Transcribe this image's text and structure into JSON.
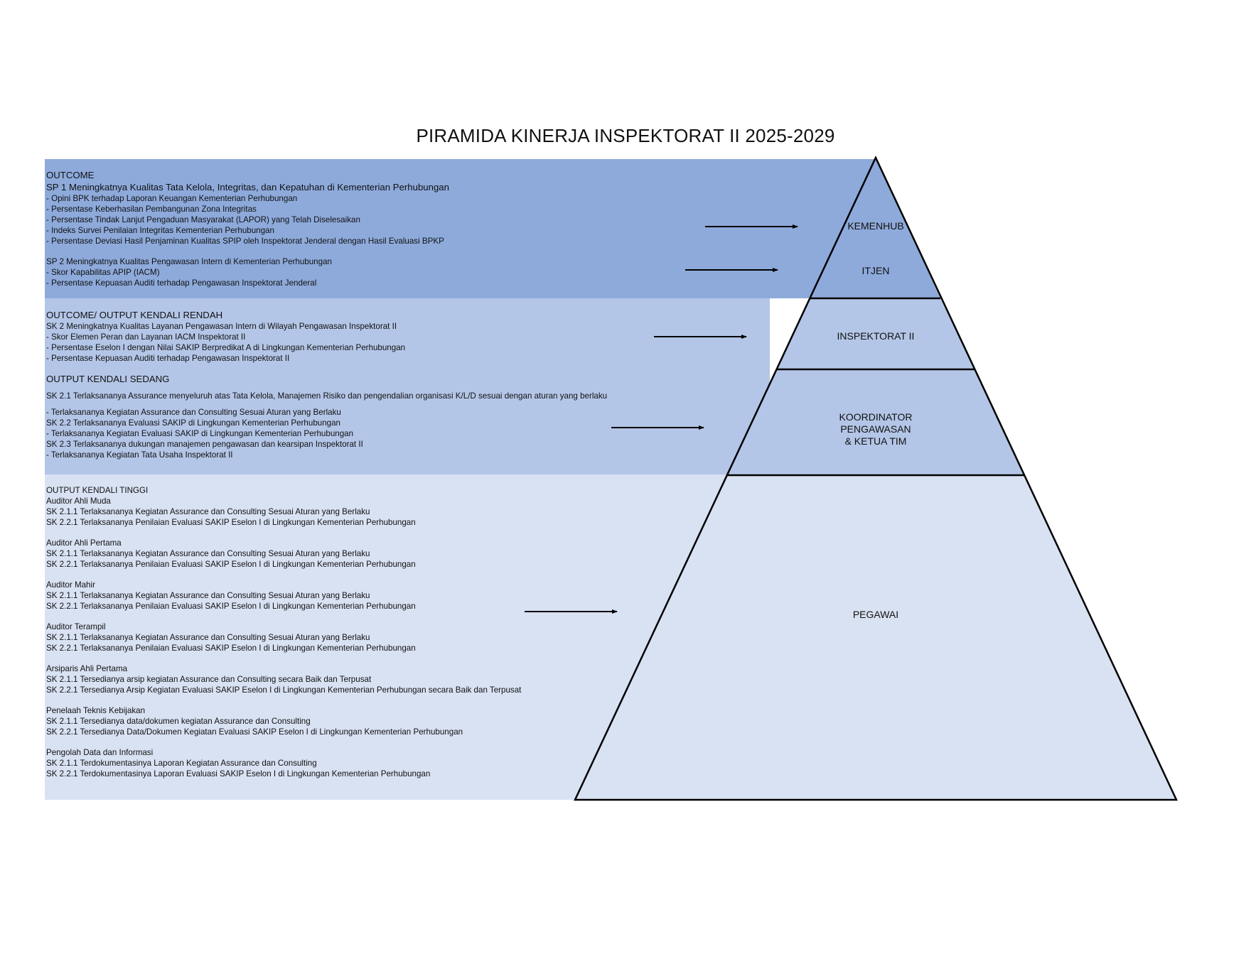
{
  "title": "PIRAMIDA KINERJA INSPEKTORAT II 2025-2029",
  "colors": {
    "band_top": "#8eaadb",
    "band_middle": "#b4c6e7",
    "band_bottom": "#d9e2f3",
    "pyramid_top": "#8eaadb",
    "pyramid_middle": "#b4c6e7",
    "pyramid_bottom": "#d9e2f3"
  },
  "pyramid_levels": {
    "kemenhub": "KEMENHUB",
    "itjen": "ITJEN",
    "inspektorat": "INSPEKTORAT II",
    "koordinator": [
      "KOORDINATOR",
      "PENGAWASAN",
      "& KETUA TIM"
    ],
    "pegawai": "PEGAWAI"
  },
  "section1": {
    "heading": "OUTCOME",
    "sp1": {
      "title": "SP 1 Meningkatnya Kualitas Tata Kelola, Integritas, dan Kepatuhan di Kementerian Perhubungan",
      "items": [
        "- Opini BPK terhadap Laporan Keuangan Kementerian Perhubungan",
        "- Persentase Keberhasilan Pembangunan Zona Integritas",
        "- Persentase Tindak Lanjut Pengaduan Masyarakat (LAPOR) yang Telah Diselesaikan",
        "- Indeks Survei Penilaian Integritas Kementerian Perhubungan",
        "- Persentase Deviasi Hasil Penjaminan Kualitas SPIP oleh Inspektorat Jenderal dengan Hasil Evaluasi BPKP"
      ]
    },
    "sp2": {
      "title": "SP 2 Meningkatnya Kualitas Pengawasan Intern di Kementerian Perhubungan",
      "items": [
        "- Skor Kapabilitas APIP (IACM)",
        "- Persentase Kepuasan Auditi terhadap Pengawasan Inspektorat Jenderal"
      ]
    }
  },
  "section2": {
    "heading": "OUTCOME/  OUTPUT  KENDALI RENDAH",
    "sk2": {
      "title": "SK 2 Meningkatnya Kualitas Layanan Pengawasan Intern di Wilayah Pengawasan Inspektorat II",
      "items": [
        "- Skor Elemen Peran dan Layanan IACM Inspektorat II",
        "- Persentase Eselon I dengan Nilai SAKIP Berpredikat A di Lingkungan Kementerian Perhubungan",
        "- Persentase Kepuasan Auditi terhadap Pengawasan Inspektorat II"
      ]
    }
  },
  "section3": {
    "heading": "OUTPUT  KENDALI SEDANG",
    "sk21": "SK 2.1 Terlaksananya Assurance  menyeluruh atas Tata Kelola, Manajemen Risiko dan pengendalian organisasi K/L/D sesuai dengan aturan yang berlaku",
    "items": [
      "- Terlaksananya Kegiatan Assurance  dan Consulting  Sesuai Aturan yang Berlaku",
      "SK 2.2 Terlaksananya Evaluasi SAKIP di Lingkungan Kementerian Perhubungan",
      "- Terlaksananya Kegiatan Evaluasi SAKIP di Lingkungan Kementerian Perhubungan",
      "SK 2.3 Terlaksananya dukungan manajemen pengawasan dan kearsipan Inspektorat II",
      "- Terlaksananya Kegiatan Tata Usaha Inspektorat II"
    ]
  },
  "section4": {
    "heading": "OUTPUT  KENDALI TINGGI",
    "groups": [
      {
        "role": "Auditor Ahli Muda",
        "items": [
          "SK 2.1.1 Terlaksananya Kegiatan Assurance  dan Consulting  Sesuai Aturan yang Berlaku",
          "SK 2.2.1 Terlaksananya Penilaian Evaluasi SAKIP Eselon I di Lingkungan Kementerian Perhubungan"
        ]
      },
      {
        "role": "Auditor Ahli Pertama",
        "items": [
          "SK 2.1.1 Terlaksananya Kegiatan Assurance  dan Consulting  Sesuai Aturan yang Berlaku",
          "SK 2.2.1 Terlaksananya Penilaian Evaluasi SAKIP Eselon I di Lingkungan Kementerian Perhubungan"
        ]
      },
      {
        "role": "Auditor Mahir",
        "items": [
          "SK 2.1.1 Terlaksananya Kegiatan Assurance  dan Consulting  Sesuai Aturan yang Berlaku",
          "SK 2.2.1 Terlaksananya Penilaian Evaluasi SAKIP Eselon I di Lingkungan Kementerian Perhubungan"
        ]
      },
      {
        "role": "Auditor Terampil",
        "items": [
          "SK 2.1.1 Terlaksananya Kegiatan Assurance  dan Consulting  Sesuai Aturan yang Berlaku",
          "SK 2.2.1 Terlaksananya Penilaian Evaluasi SAKIP Eselon I di Lingkungan Kementerian Perhubungan"
        ]
      },
      {
        "role": "Arsiparis Ahli Pertama",
        "items": [
          "SK 2.1.1 Tersedianya arsip kegiatan Assurance  dan Consulting  secara Baik dan Terpusat",
          "SK 2.2.1 Tersedianya Arsip Kegiatan Evaluasi SAKIP Eselon I di Lingkungan Kementerian Perhubungan secara Baik dan Terpusat"
        ]
      },
      {
        "role": "Penelaah Teknis Kebijakan",
        "items": [
          "SK 2.1.1 Tersedianya data/dokumen kegiatan Assurance dan Consulting",
          "SK 2.2.1 Tersedianya Data/Dokumen Kegiatan Evaluasi SAKIP Eselon I di Lingkungan Kementerian Perhubungan"
        ]
      },
      {
        "role": "Pengolah Data dan Informasi",
        "items": [
          "SK 2.1.1 Terdokumentasinya Laporan Kegiatan Assurance  dan Consulting",
          "SK 2.2.1 Terdokumentasinya Laporan Evaluasi SAKIP Eselon I di Lingkungan Kementerian Perhubungan"
        ]
      }
    ]
  }
}
